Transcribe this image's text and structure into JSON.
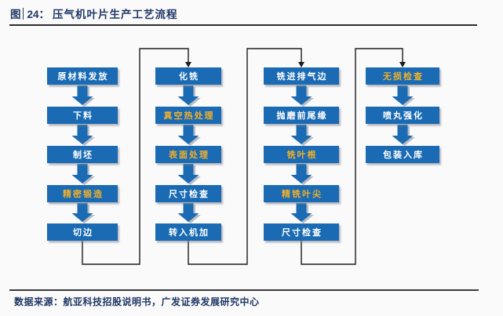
{
  "header": {
    "figure_label": "图",
    "figure_number": "24：",
    "title": "压气机叶片生产工艺流程"
  },
  "footer": {
    "source_label": "数据来源：",
    "source_text": "航亚科技招股说明书，广发证券发展研究中心"
  },
  "colors": {
    "box_blue": "#1a6bb3",
    "step_text_white": "#ffffff",
    "step_text_gold": "#f3b02c",
    "title_navy": "#1f3864",
    "connector_dark": "#1c1c1c",
    "arrow_shadow_gray": "#a9adb6"
  },
  "flowchart": {
    "columns": [
      {
        "steps": [
          {
            "label": "原材料发放",
            "emphasis": false
          },
          {
            "label": "下料",
            "emphasis": false
          },
          {
            "label": "制坯",
            "emphasis": false
          },
          {
            "label": "精密锻造",
            "emphasis": true
          },
          {
            "label": "切边",
            "emphasis": false
          }
        ]
      },
      {
        "steps": [
          {
            "label": "化铣",
            "emphasis": false
          },
          {
            "label": "真空热处理",
            "emphasis": true
          },
          {
            "label": "表面处理",
            "emphasis": true
          },
          {
            "label": "尺寸检查",
            "emphasis": false
          },
          {
            "label": "转入机加",
            "emphasis": false
          }
        ]
      },
      {
        "steps": [
          {
            "label": "铣进排气边",
            "emphasis": false
          },
          {
            "label": "抛磨前尾缘",
            "emphasis": false
          },
          {
            "label": "铣叶根",
            "emphasis": true
          },
          {
            "label": "精铣叶尖",
            "emphasis": true
          },
          {
            "label": "尺寸检查",
            "emphasis": false
          }
        ]
      },
      {
        "steps": [
          {
            "label": "无损检查",
            "emphasis": true
          },
          {
            "label": "喷丸强化",
            "emphasis": false
          },
          {
            "label": "包装入库",
            "emphasis": false
          }
        ]
      }
    ]
  }
}
